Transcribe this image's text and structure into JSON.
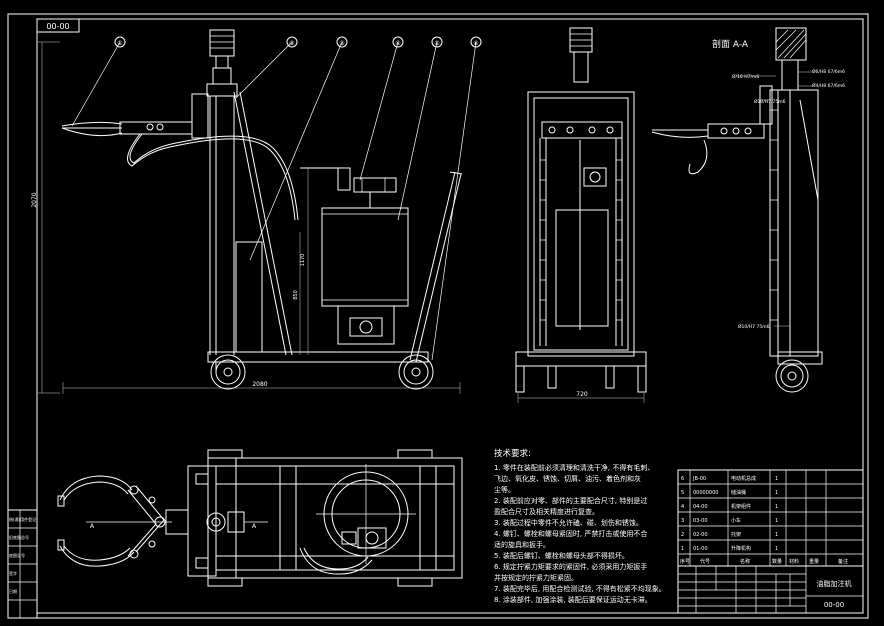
{
  "drawing": {
    "code_corner": "00-00",
    "section_title": "剖面 A-A",
    "section_marker": "A",
    "balloons": [
      "①",
      "②",
      "③",
      "④",
      "⑤",
      "⑥"
    ],
    "dims": {
      "front_height": "2070",
      "front_width": "2080",
      "front_mid_1": "1170",
      "front_mid_2": "850",
      "side_width": "720",
      "sec_1": "Ø6/H8 67/6m6",
      "sec_2": "Ø4/H8 67/6m6",
      "sec_3": "Ø/10 H7/m6",
      "sec_4": "Ø10/H7 75m6",
      "sec_5": "Ø10/H7 75m6"
    }
  },
  "notes": {
    "title": "技术要求:",
    "items": [
      "1. 零件在装配前必须清理和清洗干净, 不得有毛刺、",
      "   飞边、氧化皮、锈蚀、切屑、油污、着色剂和灰",
      "   尘等。",
      "2. 装配前应对零、部件的主要配合尺寸, 特别是过",
      "   盈配合尺寸及相关精度进行复查。",
      "3. 装配过程中零件不允许磕、碰、划伤和锈蚀。",
      "4. 螺钉、螺栓和螺母紧固时, 严禁打击或使用不合",
      "   适的旋具和扳手。",
      "5. 装配后螺钉、螺栓和螺母头部不得损坏。",
      "6. 规定拧紧力矩要求的紧固件, 必须采用力矩扳手",
      "   并按规定的拧紧力矩紧固。",
      "7. 装配完毕后, 用配合检测试验, 不得有松紧不均现象。",
      "8. 涂装部件, 加强涂装, 装配后要保证运动无卡滞。"
    ]
  },
  "bom": {
    "rows": [
      [
        "6",
        "JB-00",
        "电动机总成",
        "1"
      ],
      [
        "5",
        "00000000",
        "储油桶",
        "1"
      ],
      [
        "4",
        "04-00",
        "机架组件",
        "1"
      ],
      [
        "3",
        "03-00",
        "小车",
        "1"
      ],
      [
        "2",
        "02-00",
        "托架",
        "1"
      ],
      [
        "1",
        "01-00",
        "升降机构",
        "1"
      ]
    ],
    "header": [
      "序号",
      "代号",
      "名称",
      "数量",
      "材料",
      "重量",
      "备注"
    ]
  },
  "title_block": {
    "name": "油脂加注机",
    "code": "00-00"
  },
  "side_stamp": [
    "借(通)用件登记",
    "旧底图总号",
    "底图总号",
    "签字",
    "日期"
  ]
}
